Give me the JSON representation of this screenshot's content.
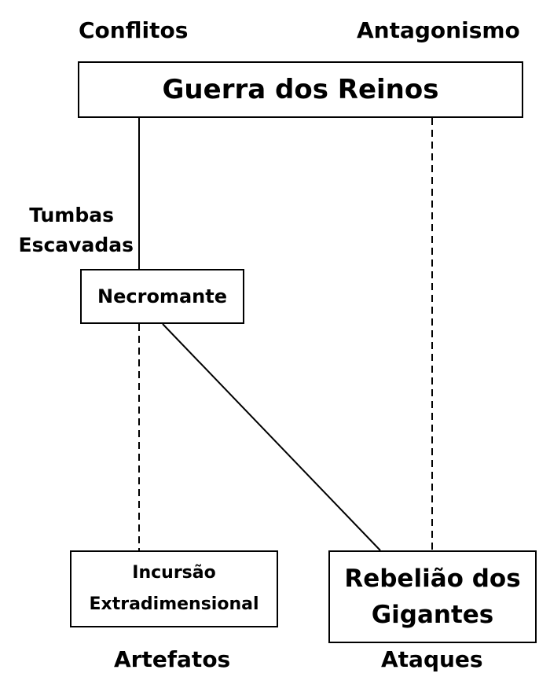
{
  "labels": {
    "top_left": "Conflitos",
    "top_right": "Antagonismo",
    "left_middle_line1": "Tumbas",
    "left_middle_line2": "Escavadas",
    "bottom_left": "Artefatos",
    "bottom_right": "Ataques"
  },
  "nodes": {
    "root": "Guerra dos Reinos",
    "necromante": "Necromante",
    "incursao_line1": "Incursão",
    "incursao_line2": "Extradimensional",
    "rebeliao_line1": "Rebelião dos",
    "rebeliao_line2": "Gigantes"
  },
  "edges": [
    {
      "from": "Guerra dos Reinos",
      "to": "Necromante",
      "style": "solid"
    },
    {
      "from": "Guerra dos Reinos",
      "to": "Rebelião dos Gigantes",
      "style": "dashed"
    },
    {
      "from": "Necromante",
      "to": "Incursão Extradimensional",
      "style": "dashed"
    },
    {
      "from": "Necromante",
      "to": "Rebelião dos Gigantes",
      "style": "solid"
    }
  ],
  "colors": {
    "stroke": "#000000",
    "background": "#ffffff"
  }
}
